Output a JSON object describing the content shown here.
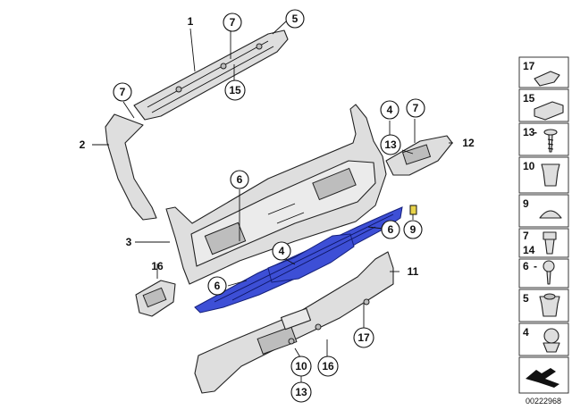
{
  "diagram": {
    "document_number": "00222968",
    "callouts": [
      {
        "label": "1"
      },
      {
        "label": "7"
      },
      {
        "label": "5"
      },
      {
        "label": "15"
      },
      {
        "label": "7"
      },
      {
        "label": "2"
      },
      {
        "label": "4"
      },
      {
        "label": "7"
      },
      {
        "label": "13"
      },
      {
        "label": "12"
      },
      {
        "label": "6"
      },
      {
        "label": "6"
      },
      {
        "label": "9"
      },
      {
        "label": "3"
      },
      {
        "label": "4"
      },
      {
        "label": "16"
      },
      {
        "label": "11"
      },
      {
        "label": "6"
      },
      {
        "label": "17"
      },
      {
        "label": "10"
      },
      {
        "label": "16"
      },
      {
        "label": "13"
      }
    ],
    "legend": [
      {
        "label": "17"
      },
      {
        "label": "15"
      },
      {
        "label": "13"
      },
      {
        "label": "10"
      },
      {
        "label": "9"
      },
      {
        "label": "7",
        "label2": "14"
      },
      {
        "label": "6"
      },
      {
        "label": "5"
      },
      {
        "label": "4"
      },
      {
        "label": ""
      }
    ],
    "colors": {
      "highlight": "#3d4fd6",
      "part_fill": "#dedede",
      "line": "#222222"
    }
  }
}
